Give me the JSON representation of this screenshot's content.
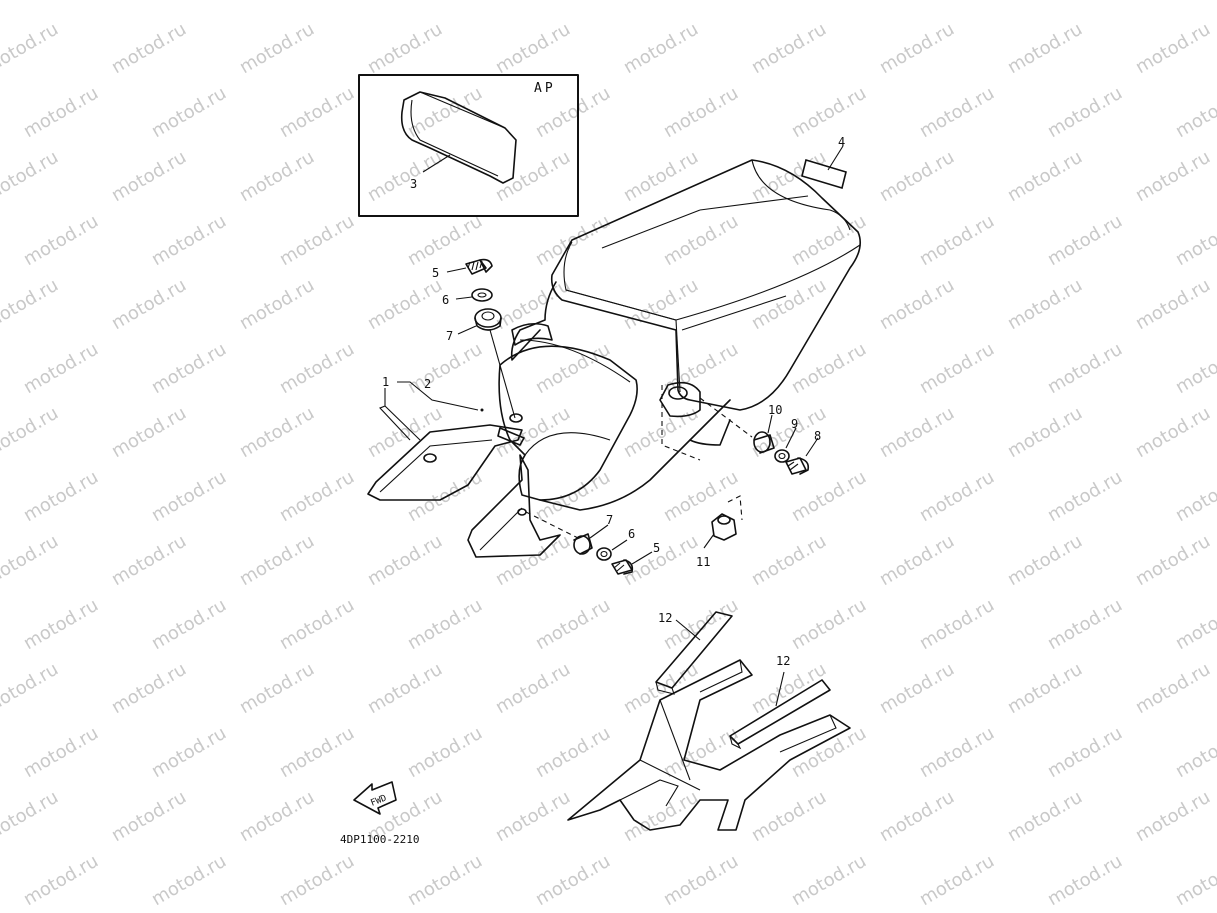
{
  "watermark": "motod.ru",
  "inset_label": "AP",
  "callouts": [
    {
      "id": "c3",
      "text": "3"
    },
    {
      "id": "c4",
      "text": "4"
    },
    {
      "id": "c5a",
      "text": "5"
    },
    {
      "id": "c6a",
      "text": "6"
    },
    {
      "id": "c7a",
      "text": "7"
    },
    {
      "id": "c1",
      "text": "1"
    },
    {
      "id": "c2",
      "text": "2"
    },
    {
      "id": "c10",
      "text": "10"
    },
    {
      "id": "c9",
      "text": "9"
    },
    {
      "id": "c8",
      "text": "8"
    },
    {
      "id": "c7b",
      "text": "7"
    },
    {
      "id": "c6b",
      "text": "6"
    },
    {
      "id": "c5b",
      "text": "5"
    },
    {
      "id": "c11",
      "text": "11"
    },
    {
      "id": "c12a",
      "text": "12"
    },
    {
      "id": "c12b",
      "text": "12"
    }
  ],
  "fwd_label": "FWD",
  "diagram_code": "4DP1100-2210"
}
